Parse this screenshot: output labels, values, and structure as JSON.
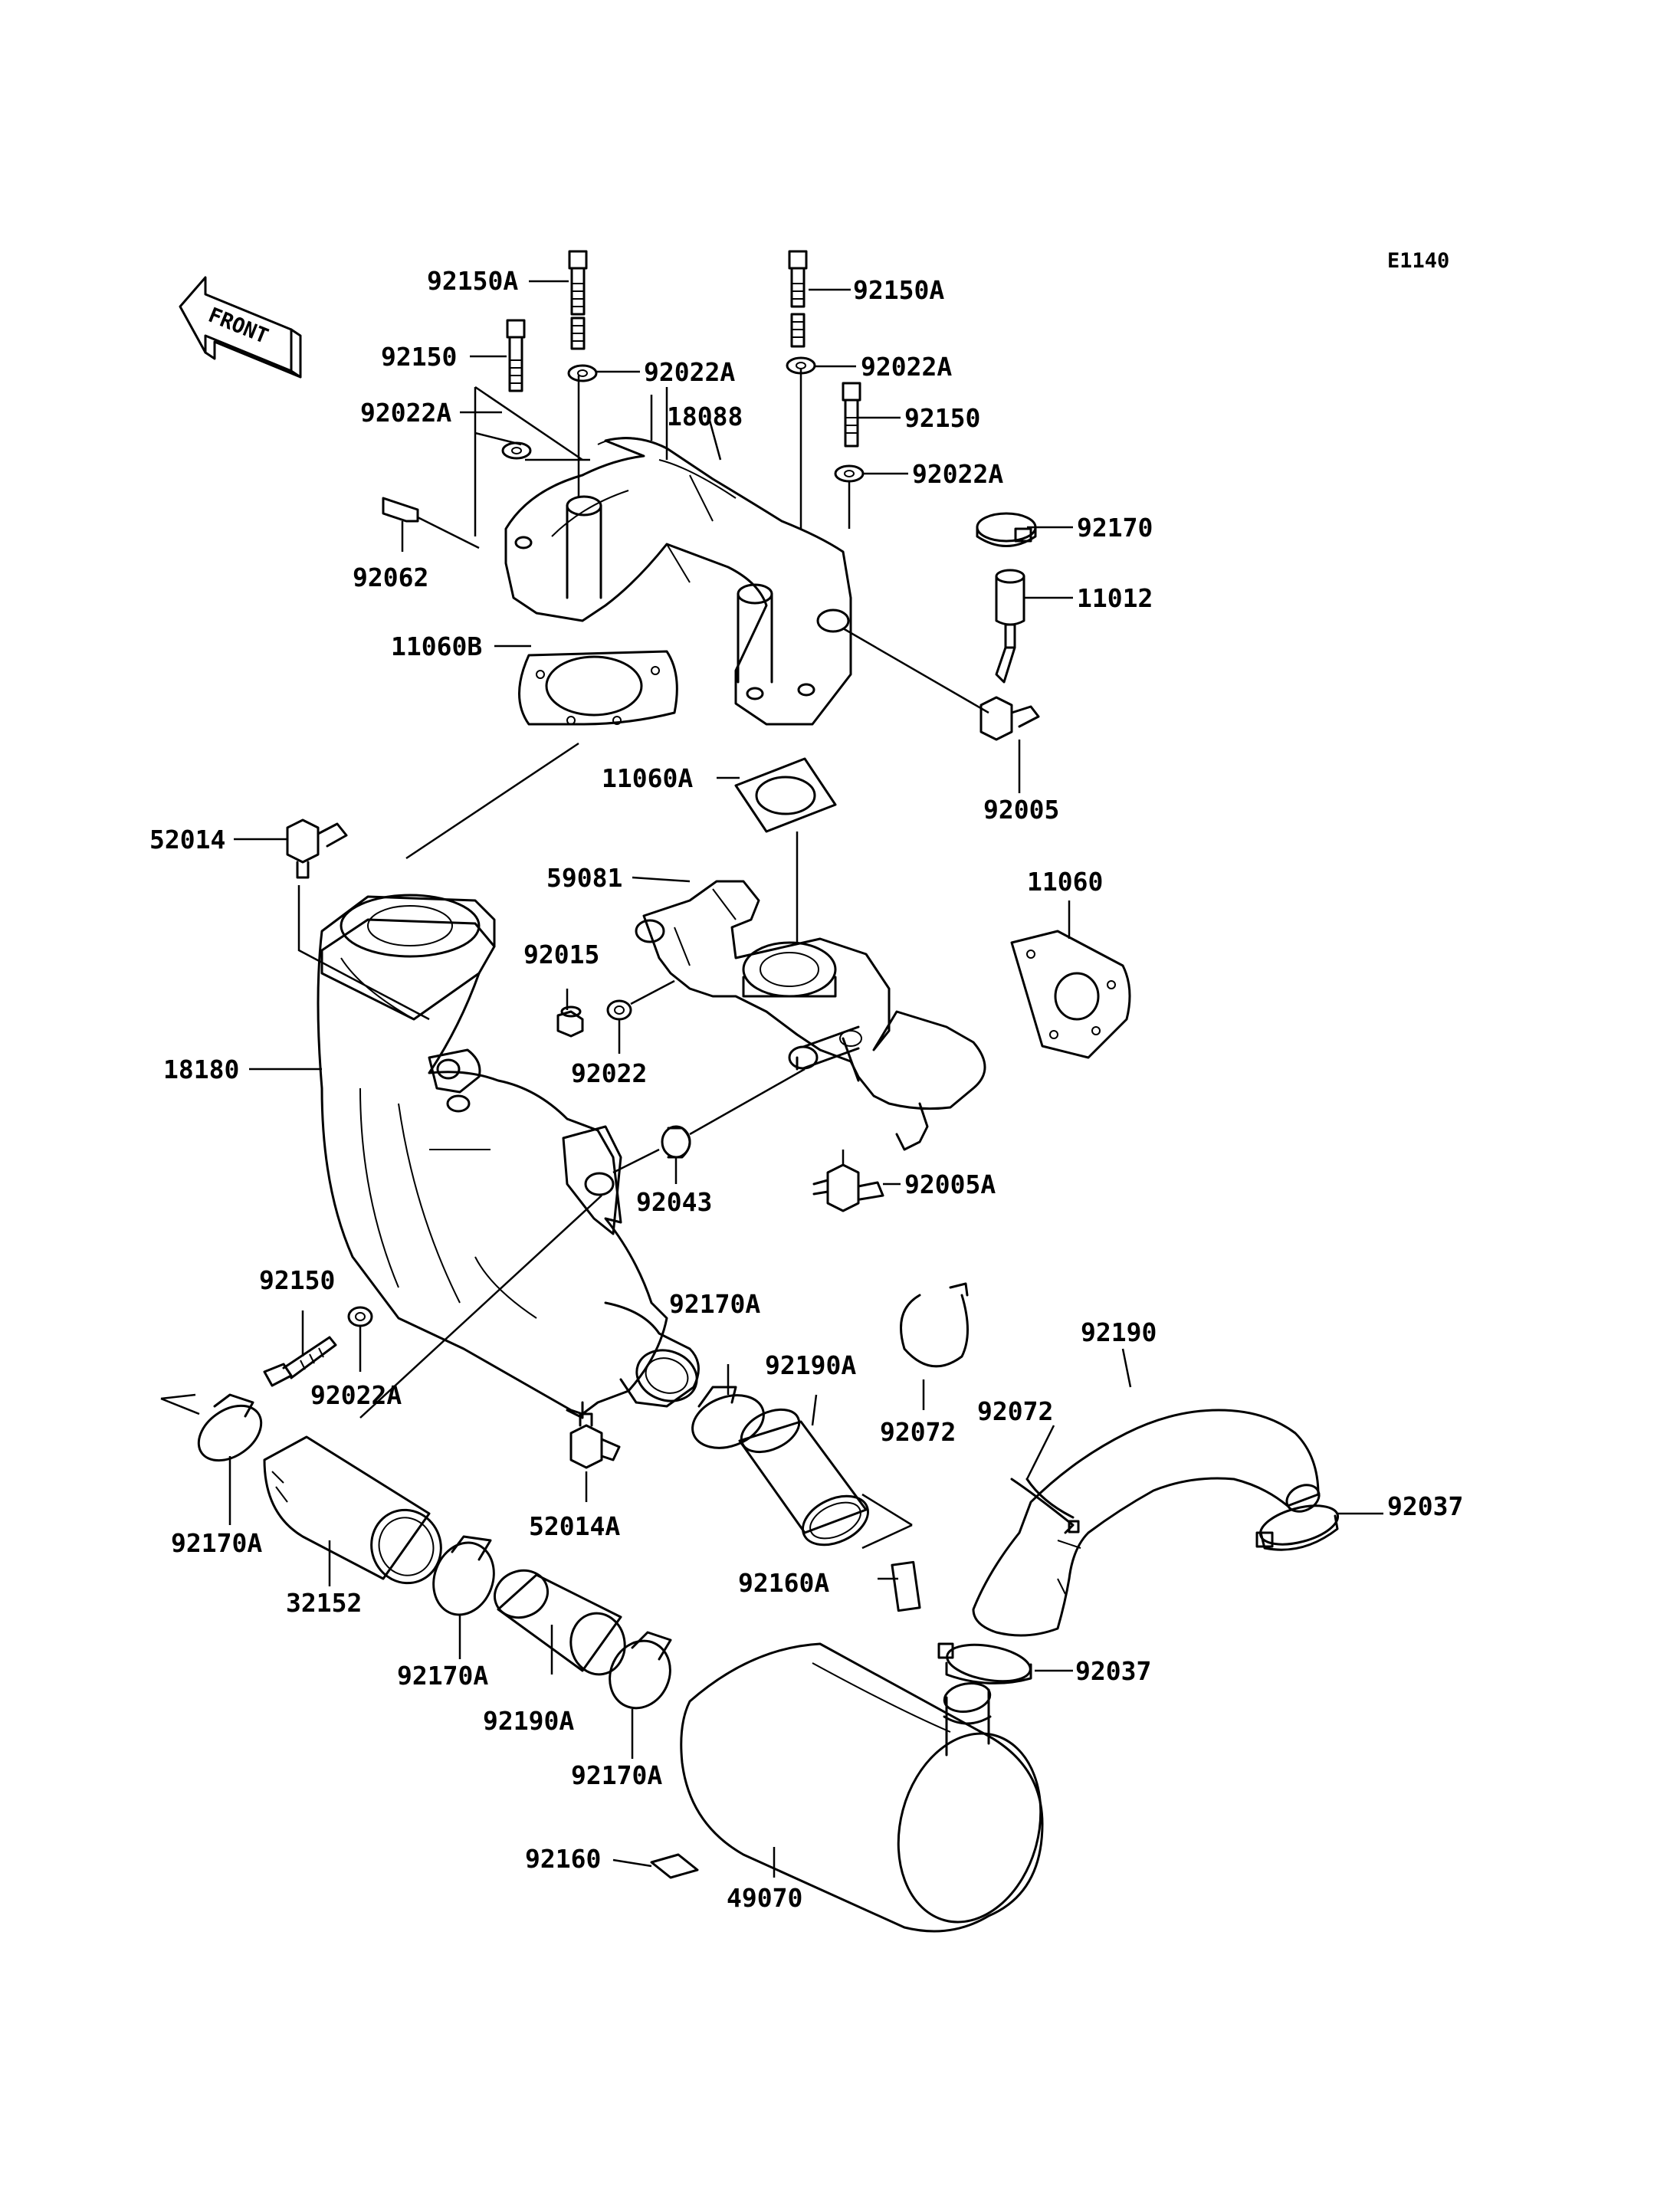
{
  "diagram": {
    "code": "E1140",
    "front_arrow": "FRONT",
    "callouts": [
      {
        "id": "c01",
        "text": "92150A"
      },
      {
        "id": "c02",
        "text": "92150A"
      },
      {
        "id": "c03",
        "text": "92150"
      },
      {
        "id": "c04",
        "text": "92022A"
      },
      {
        "id": "c05",
        "text": "92022A"
      },
      {
        "id": "c06",
        "text": "92022A"
      },
      {
        "id": "c07",
        "text": "18088"
      },
      {
        "id": "c08",
        "text": "92150"
      },
      {
        "id": "c09",
        "text": "92022A"
      },
      {
        "id": "c10",
        "text": "92170"
      },
      {
        "id": "c11",
        "text": "92062"
      },
      {
        "id": "c12",
        "text": "11012"
      },
      {
        "id": "c13",
        "text": "11060B"
      },
      {
        "id": "c14",
        "text": "92005"
      },
      {
        "id": "c15",
        "text": "11060A"
      },
      {
        "id": "c16",
        "text": "52014"
      },
      {
        "id": "c17",
        "text": "59081"
      },
      {
        "id": "c18",
        "text": "11060"
      },
      {
        "id": "c19",
        "text": "92015"
      },
      {
        "id": "c20",
        "text": "18180"
      },
      {
        "id": "c21",
        "text": "92022"
      },
      {
        "id": "c22",
        "text": "92005A"
      },
      {
        "id": "c23",
        "text": "92043"
      },
      {
        "id": "c24",
        "text": "92150"
      },
      {
        "id": "c25",
        "text": "92170A"
      },
      {
        "id": "c26",
        "text": "92190"
      },
      {
        "id": "c27",
        "text": "92190A"
      },
      {
        "id": "c28",
        "text": "92072"
      },
      {
        "id": "c29",
        "text": "92022A"
      },
      {
        "id": "c30",
        "text": "92072"
      },
      {
        "id": "c31",
        "text": "92037"
      },
      {
        "id": "c32",
        "text": "52014A"
      },
      {
        "id": "c33",
        "text": "92170A"
      },
      {
        "id": "c34",
        "text": "92160A"
      },
      {
        "id": "c35",
        "text": "32152"
      },
      {
        "id": "c36",
        "text": "92037"
      },
      {
        "id": "c37",
        "text": "92170A"
      },
      {
        "id": "c38",
        "text": "92190A"
      },
      {
        "id": "c39",
        "text": "92170A"
      },
      {
        "id": "c40",
        "text": "92160"
      },
      {
        "id": "c41",
        "text": "49070"
      }
    ]
  }
}
